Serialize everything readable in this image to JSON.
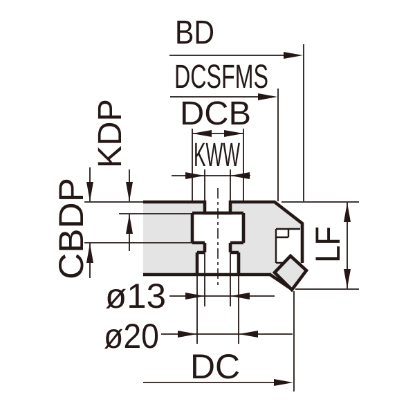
{
  "diagram": {
    "type": "technical-dimension-drawing",
    "description": "Cross-section of a face milling cutter body with insert, annotated with dimension callouts",
    "colors": {
      "line": "#231815",
      "body_fill": "#e4e4e5",
      "background": "#ffffff"
    },
    "dimensions": {
      "bd": "BD",
      "dcsfms": "DCSFMS",
      "dcb": "DCB",
      "kww": "KWW",
      "kdp": "KDP",
      "cbdp": "CBDP",
      "lf": "LF",
      "bore_small": "ø13",
      "bore_large": "ø20",
      "dc": "DC"
    }
  }
}
